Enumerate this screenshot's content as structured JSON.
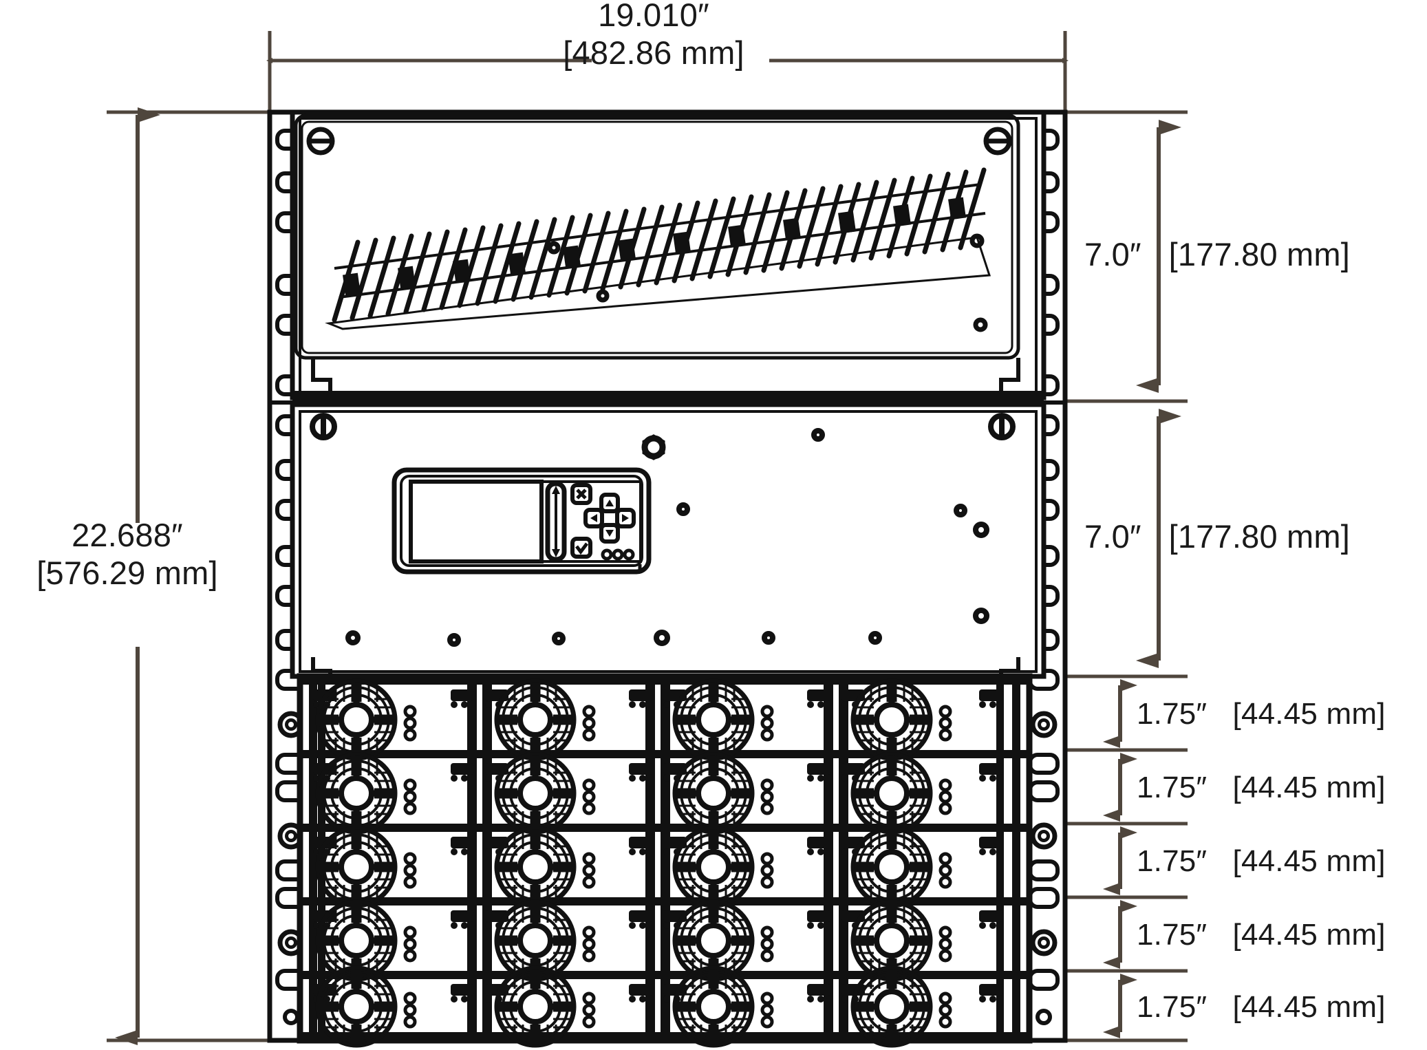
{
  "drawing": {
    "title": "Rack enclosure front elevation dimensioned drawing",
    "colors": {
      "dimension_line": "#4f463d",
      "outline": "#111111",
      "text": "#1a1a1a",
      "background": "#ffffff"
    }
  },
  "dimensions": {
    "overall_width": {
      "inches": "19.010″",
      "millimeters": "[482.86 mm]",
      "position": "top"
    },
    "overall_height": {
      "inches": "22.688″",
      "millimeters": "[576.29 mm]",
      "position": "left"
    },
    "right_stack": [
      {
        "label": "unit-1-height",
        "inches": "7.0″",
        "millimeters": "[177.80 mm]"
      },
      {
        "label": "unit-2-height",
        "inches": "7.0″",
        "millimeters": "[177.80 mm]"
      },
      {
        "label": "fan-row-1-height",
        "inches": "1.75″",
        "millimeters": "[44.45 mm]"
      },
      {
        "label": "fan-row-2-height",
        "inches": "1.75″",
        "millimeters": "[44.45 mm]"
      },
      {
        "label": "fan-row-3-height",
        "inches": "1.75″",
        "millimeters": "[44.45 mm]"
      },
      {
        "label": "fan-row-4-height",
        "inches": "1.75″",
        "millimeters": "[44.45 mm]"
      },
      {
        "label": "fan-row-5-height",
        "inches": "1.75″",
        "millimeters": "[44.45 mm]"
      }
    ]
  },
  "assembly": {
    "units": [
      {
        "name": "ventilated-chassis",
        "features": [
          "slotted-vent-grille",
          "slotted-screw-left",
          "slotted-screw-right",
          "small-holes"
        ]
      },
      {
        "name": "control-chassis",
        "features": [
          "control-panel",
          "hex-bushing",
          "slotted-screw-left",
          "slotted-screw-right",
          "small-holes"
        ]
      }
    ],
    "control_panel": {
      "display": "lcd-screen",
      "slider": "vertical-slider",
      "buttons": [
        "cancel-x-button",
        "enter-check-button",
        "dpad-up",
        "dpad-down",
        "dpad-left",
        "dpad-right"
      ],
      "indicators": 3
    },
    "fan_tray": {
      "rows": 5,
      "fans_per_row": 4,
      "total_fans": 20,
      "indicators_per_fan": 3
    },
    "rack_ears": {
      "sides": 2,
      "hole_type": "oval-rack-hole"
    }
  }
}
